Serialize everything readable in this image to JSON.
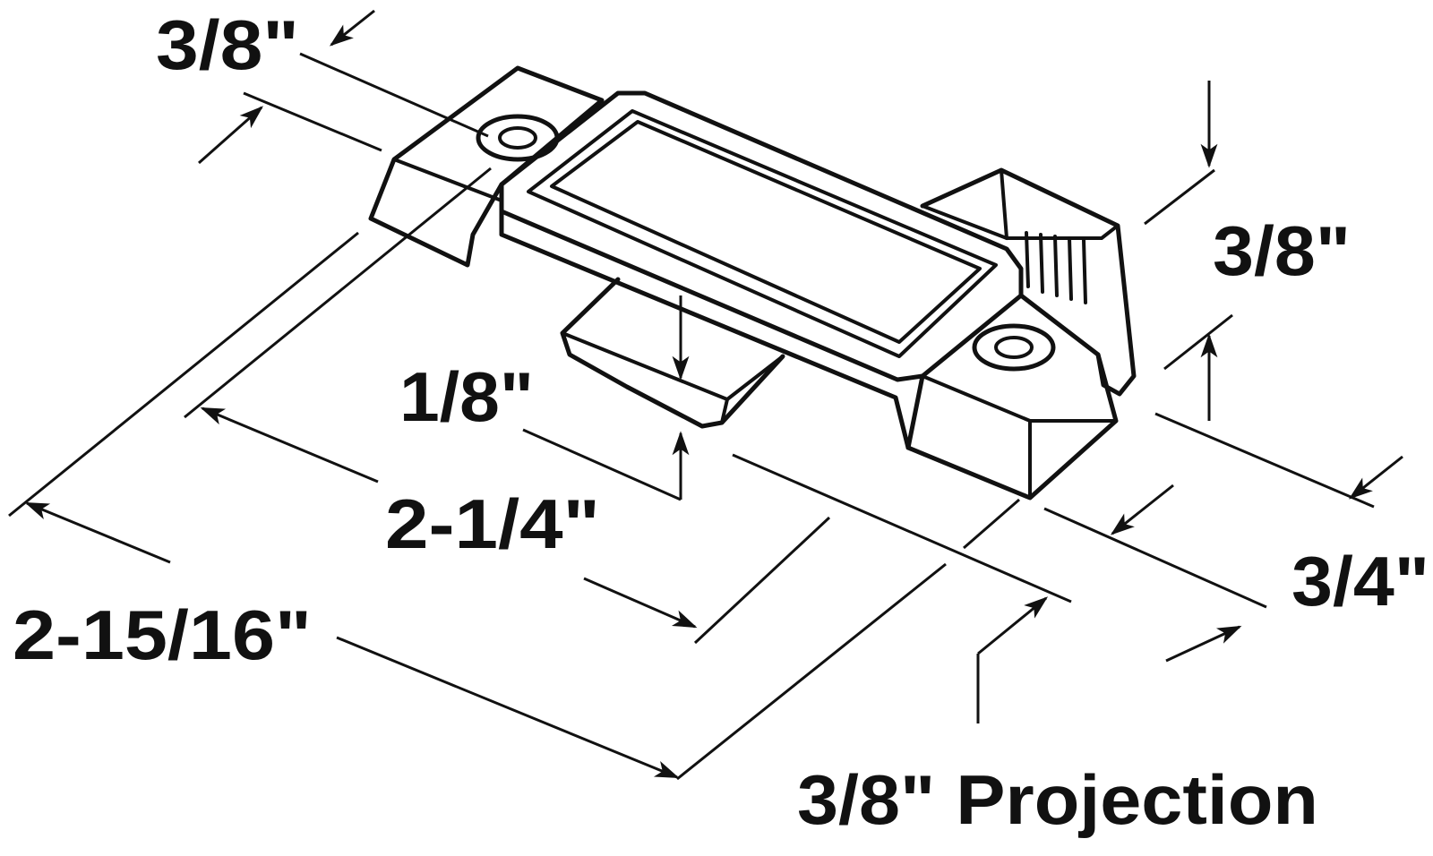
{
  "diagram": {
    "labels": {
      "top_left_height": "3/8\"",
      "right_height": "3/8\"",
      "depth": "1/8\"",
      "inner_length": "2-1/4\"",
      "overall_length": "2-15/16\"",
      "width": "3/4\"",
      "projection": "3/8\" Projection"
    },
    "colors": {
      "line": "#111111",
      "background": "#ffffff"
    }
  }
}
